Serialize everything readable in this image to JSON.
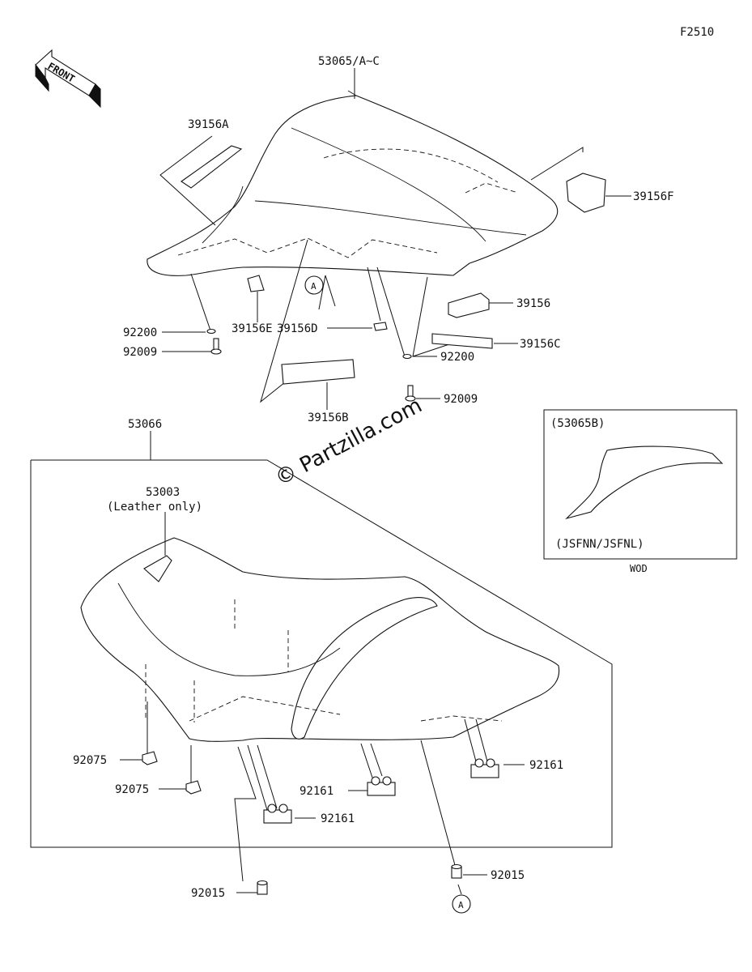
{
  "figure_id": "F2510",
  "front_label": "FRONT",
  "watermark": "© Partzilla.com",
  "callout_marker": "A",
  "inset": {
    "part": "(53065B)",
    "note": "(JSFNN/JSFNL)",
    "caption": "WOD"
  },
  "parts": {
    "cover": "53065/A~C",
    "pad_a": "39156A",
    "pad_f": "39156F",
    "pad": "39156",
    "pad_c": "39156C",
    "pad_b": "39156B",
    "pad_d": "39156D",
    "pad_e": "39156E",
    "washer_left": "92200",
    "bolt_left": "92009",
    "washer_right": "92200",
    "bolt_right": "92009",
    "seat_assy": "53066",
    "strap": "53003",
    "strap_note": "(Leather only)",
    "grommet_upper": "92075",
    "grommet_lower": "92075",
    "damper_left": "92161",
    "damper_mid": "92161",
    "damper_right": "92161",
    "collar_left": "92015",
    "collar_right": "92015"
  }
}
